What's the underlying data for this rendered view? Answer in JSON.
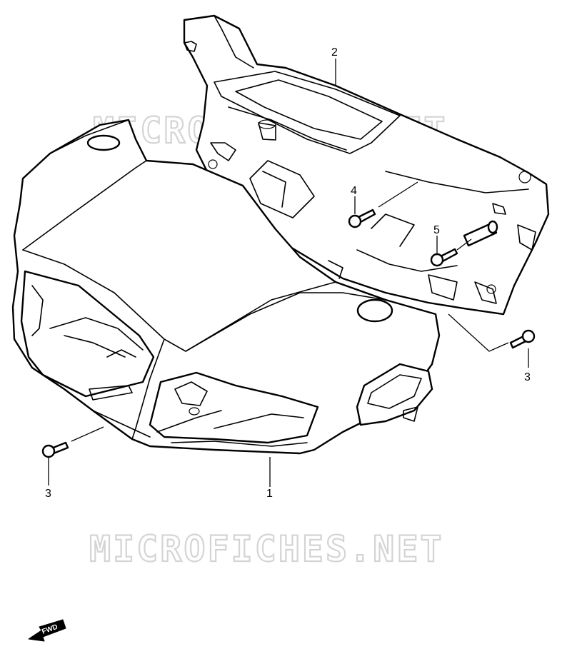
{
  "watermark": {
    "text": "MICROFICHES.NET"
  },
  "callouts": [
    {
      "id": "c2",
      "label": "2"
    },
    {
      "id": "c4",
      "label": "4"
    },
    {
      "id": "c5",
      "label": "5"
    },
    {
      "id": "c3-right",
      "label": "3"
    },
    {
      "id": "c3-left",
      "label": "3"
    },
    {
      "id": "c1",
      "label": "1"
    }
  ],
  "direction_marker": {
    "label": "FWD",
    "icon": "fwd-arrow-icon"
  },
  "colors": {
    "line": "#000000",
    "background": "#ffffff",
    "watermark": "#d4d4d4"
  }
}
